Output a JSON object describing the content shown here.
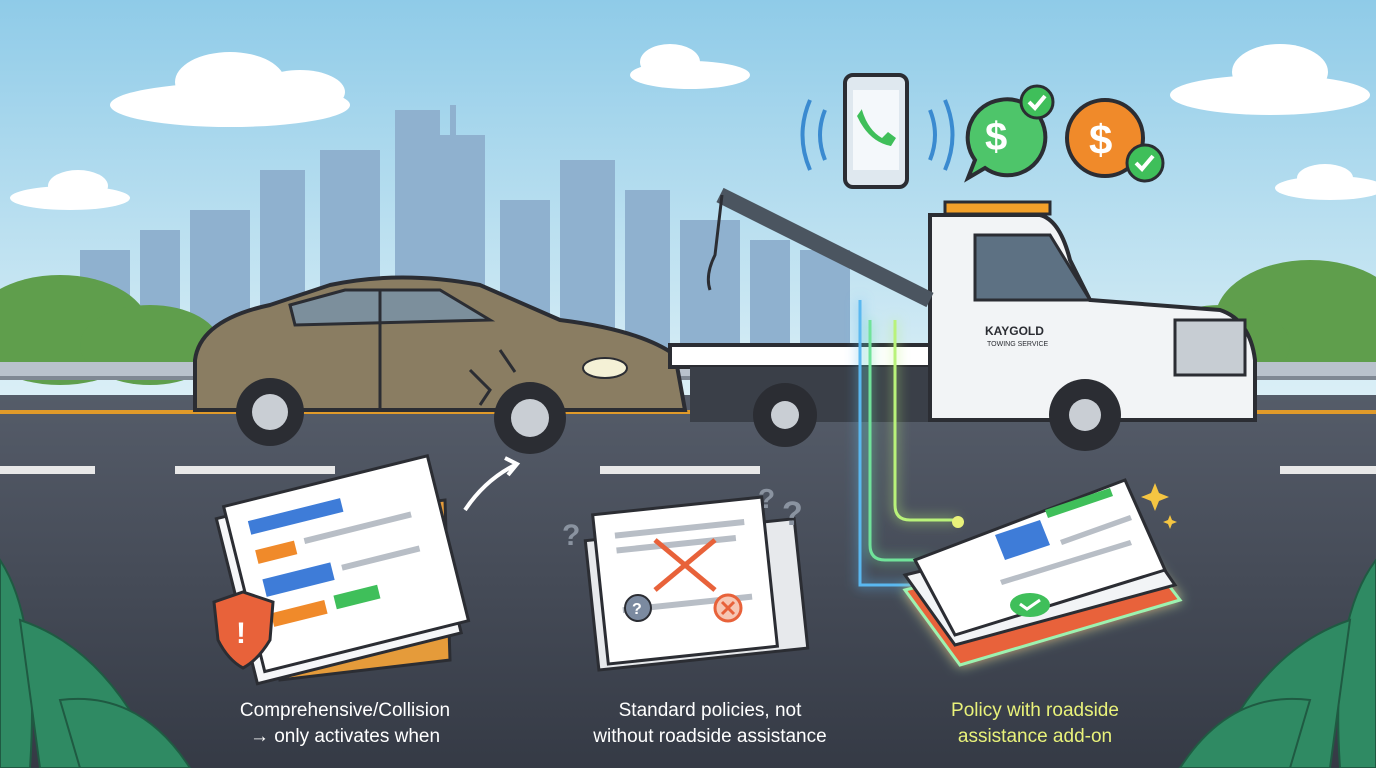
{
  "truck": {
    "brand": "KAYGOLD",
    "subtitle": "TOWING SERVICE"
  },
  "captions": {
    "comprehensive": {
      "line1": "Comprehensive/Collision",
      "line2": "→ only activates when"
    },
    "standard": {
      "line1": "Standard policies,  not",
      "line2": "without roadside assistance"
    },
    "roadside": {
      "line1": "Policy with roadside",
      "line2": "assistance add-on"
    }
  },
  "icons": {
    "phone": "phone-call-icon",
    "payment_green": "dollar-chat-icon",
    "payment_orange": "dollar-coin-icon",
    "check": "check-badge-icon",
    "warning": "warning-shield-icon",
    "question": "question-mark-icon",
    "cross": "cross-mark-icon",
    "sparkle": "sparkle-icon"
  },
  "colors": {
    "sky": "#bfe3f2",
    "road": "#4a5160",
    "accent_green": "#3fbf5a",
    "accent_orange": "#f08a2a",
    "highlight": "#e9f27a",
    "glow": "#8ef0a0"
  }
}
